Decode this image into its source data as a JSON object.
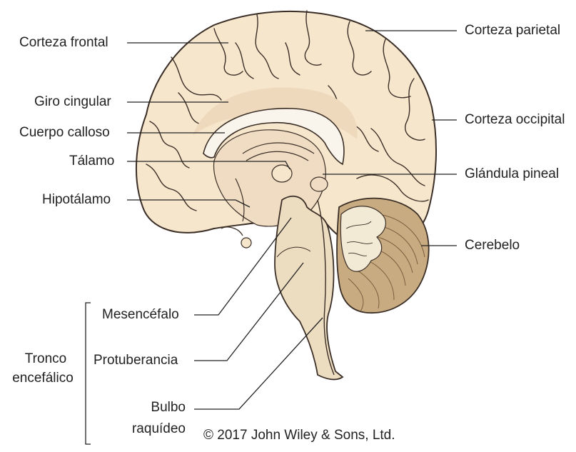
{
  "labels": {
    "frontal_cortex": "Corteza frontal",
    "parietal_cortex": "Corteza parietal",
    "cingulate_gyrus": "Giro cingular",
    "occipital_cortex": "Corteza occipital",
    "corpus_callosum": "Cuerpo calloso",
    "thalamus": "Tálamo",
    "pineal_gland": "Glándula pineal",
    "hypothalamus": "Hipotálamo",
    "cerebellum": "Cerebelo",
    "midbrain": "Mesencéfalo",
    "pons": "Protuberancia",
    "medulla_line1": "Bulbo",
    "medulla_line2": "raquídeo",
    "brainstem_line1": "Tronco",
    "brainstem_line2": "encefálico"
  },
  "copyright": "© 2017 John Wiley & Sons, Ltd.",
  "colors": {
    "cortex": "#f6e6cc",
    "cortex_stroke": "#3a2e26",
    "inner": "#efdcc2",
    "callosum": "#faf5ec",
    "brainstem": "#ecdcc0",
    "cerebellum_white": "#f3ead6",
    "cerebellum_folia": "#c8ab80",
    "leader": "#222222"
  }
}
